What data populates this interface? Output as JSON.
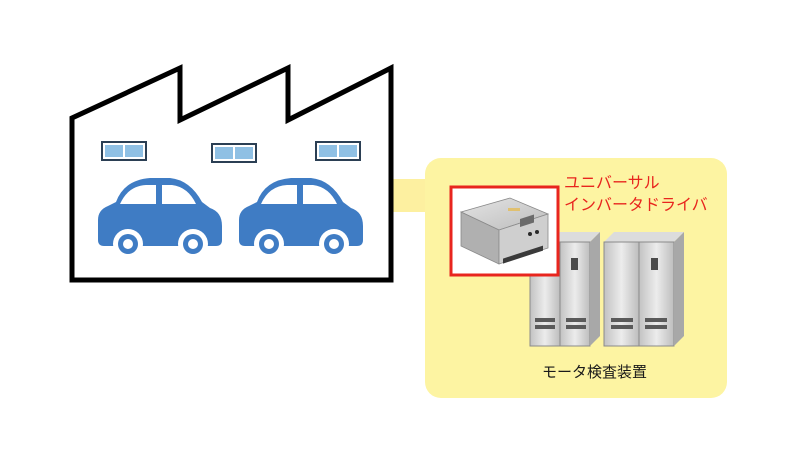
{
  "product_label": {
    "line1": "ユニバーサル",
    "line2": "インバータドライバ"
  },
  "equipment_label": "モータ検査装置",
  "colors": {
    "panel_yellow": "#fdf4a2",
    "arrow_yellow": "#fdf0a0",
    "car_blue": "#3f7cc4",
    "window_blue": "#8fc0e4",
    "highlight_red": "#e8251e",
    "factory_outline": "#000000"
  },
  "icons": {
    "factory": "factory-icon",
    "car": "car-icon",
    "inverter": "inverter-driver-icon",
    "test_rack": "server-rack-icon"
  }
}
